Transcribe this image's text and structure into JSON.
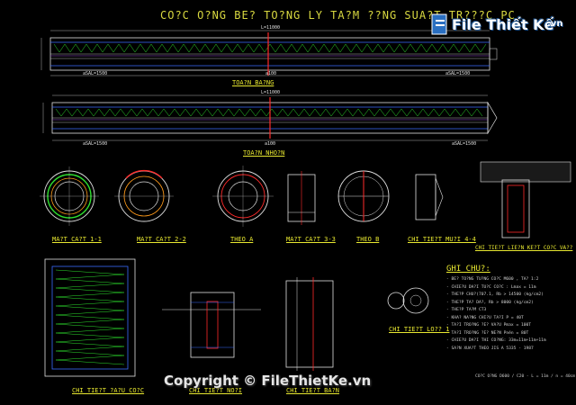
{
  "title": "CO?C O?NG BE? TO?NG LY TA?M ??NG SUA?T TR???C PC",
  "logo": {
    "text": "File Thiết Kế",
    "suffix": ".vn"
  },
  "dims": {
    "top_total": "L=11000",
    "top_left": "aSAL=1500",
    "top_mid": "a100",
    "top_right": "aSAL=1500",
    "bot_total": "L=11000",
    "bot_left": "aSAL=1500",
    "bot_mid": "a100",
    "bot_right": "aSAL=1500"
  },
  "views": {
    "top_label": "TOA?N BA?NG",
    "bottom_label": "TOA?N NHO?N",
    "sec1": "MA?T CA?T 1-1",
    "sec2": "MA?T CA?T 2-2",
    "sec_a": "THEO A",
    "sec3": "MA?T CA?T 3-3",
    "sec_b": "THEO B",
    "detail_tip": "CHI TIE?T MU?I 4-4",
    "detail_joint": "CHI TIE?T LIE?N KE?T CO?C VA??",
    "detail_pile": "CHI TIE?T ?A?U CO?C",
    "detail_ring": "CHI TIE?T LO?? 1",
    "detail_mid": "CHI TIE?T NO?I",
    "detail_cap": "CHI TIE?T BA?N"
  },
  "notes": {
    "heading": "GHI CHU?:",
    "items": [
      "- BE? TO?NG TU?NG CO?C M600 , TA? 1:2",
      "- CHIE?U DA?I TU?C CO?C : Lmax = 11m",
      "- THE?P CHU?(707.1, Rb > 14500 (kg/cm2)",
      "- THE?P TA? DA?, Rb > 8000 (kg/cm2)",
      "- THE?P TA?M CT3",
      "- KHA? NA?NG CHI?U TA?I P = 40T",
      "- TA?I TRO?NG ?E? VA?U Pmax = 100T",
      "- TA?I TRO?NG ?E? NE?N Pnén = 80T",
      "- CHIE?U DA?I THI CO?NG: 33m=11m+11m+11m",
      "- SA?N XUA?T THEO JIS A 5335 - 1987"
    ]
  },
  "stamp": "CO?C O?NG D600 / C20 - L = 11m / n = 40cm",
  "copyright": "Copyright © FileThietKe.vn"
}
